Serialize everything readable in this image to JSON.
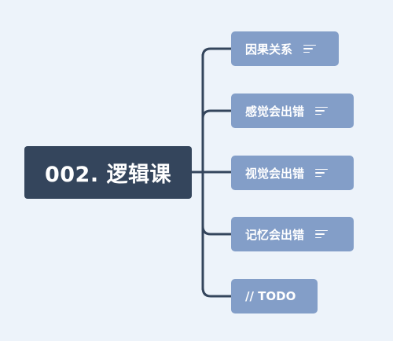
{
  "central": {
    "label": "002. 逻辑课"
  },
  "topics": [
    {
      "label": "因果关系",
      "has_note": true,
      "icon": "note-lines-icon"
    },
    {
      "label": "感觉会出错",
      "has_note": true,
      "icon": "note-lines-icon"
    },
    {
      "label": "视觉会出错",
      "has_note": true,
      "icon": "note-lines-icon"
    },
    {
      "label": "记忆会出错",
      "has_note": true,
      "icon": "note-lines-icon"
    },
    {
      "label": "// TODO",
      "has_note": false
    }
  ],
  "colors": {
    "background": "#edf3fa",
    "central_fill": "#34455c",
    "topic_fill": "#839ec8",
    "connector": "#34455c",
    "text": "#ffffff"
  }
}
